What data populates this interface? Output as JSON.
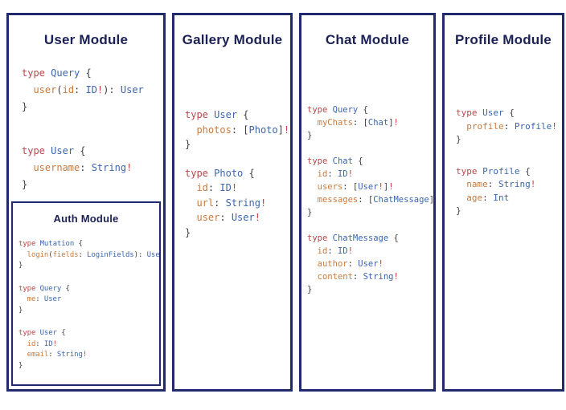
{
  "colors": {
    "frame": "#202a6d",
    "title": "#1b2154",
    "keyword": "#b8474a",
    "type": "#3b66ae",
    "field": "#c97a3d",
    "punct": "#3d3f42",
    "bang": "#c4403e",
    "bg": "#ffffff"
  },
  "token_classes": {
    "k": "keyword",
    "t": "type-name",
    "f": "field-name",
    "p": "punctuation",
    "b": "non-null-bang"
  },
  "panels": [
    {
      "title": "User Module",
      "blocks": [
        [
          [
            [
              "k",
              "type"
            ],
            [
              "p",
              " "
            ],
            [
              "t",
              "Query"
            ],
            [
              "p",
              " {"
            ]
          ],
          [
            [
              "p",
              "  "
            ],
            [
              "f",
              "user"
            ],
            [
              "p",
              "("
            ],
            [
              "f",
              "id"
            ],
            [
              "p",
              ": "
            ],
            [
              "t",
              "ID"
            ],
            [
              "b",
              "!"
            ],
            [
              "p",
              "): "
            ],
            [
              "t",
              "User"
            ]
          ],
          [
            [
              "p",
              "}"
            ]
          ]
        ],
        [
          [
            [
              "k",
              "type"
            ],
            [
              "p",
              " "
            ],
            [
              "t",
              "User"
            ],
            [
              "p",
              " {"
            ]
          ],
          [
            [
              "p",
              "  "
            ],
            [
              "f",
              "username"
            ],
            [
              "p",
              ": "
            ],
            [
              "t",
              "String"
            ],
            [
              "b",
              "!"
            ]
          ],
          [
            [
              "p",
              "}"
            ]
          ]
        ]
      ],
      "nested": {
        "title": "Auth Module",
        "blocks": [
          [
            [
              [
                "k",
                "type"
              ],
              [
                "p",
                " "
              ],
              [
                "t",
                "Mutation"
              ],
              [
                "p",
                " {"
              ]
            ],
            [
              [
                "p",
                "  "
              ],
              [
                "f",
                "login"
              ],
              [
                "p",
                "("
              ],
              [
                "f",
                "fields"
              ],
              [
                "p",
                ": "
              ],
              [
                "t",
                "LoginFields"
              ],
              [
                "p",
                "): "
              ],
              [
                "t",
                "User"
              ]
            ],
            [
              [
                "p",
                "}"
              ]
            ]
          ],
          [
            [
              [
                "k",
                "type"
              ],
              [
                "p",
                " "
              ],
              [
                "t",
                "Query"
              ],
              [
                "p",
                " {"
              ]
            ],
            [
              [
                "p",
                "  "
              ],
              [
                "f",
                "me"
              ],
              [
                "p",
                ": "
              ],
              [
                "t",
                "User"
              ]
            ],
            [
              [
                "p",
                "}"
              ]
            ]
          ],
          [
            [
              [
                "k",
                "type"
              ],
              [
                "p",
                " "
              ],
              [
                "t",
                "User"
              ],
              [
                "p",
                " {"
              ]
            ],
            [
              [
                "p",
                "  "
              ],
              [
                "f",
                "id"
              ],
              [
                "p",
                ": "
              ],
              [
                "t",
                "ID"
              ],
              [
                "b",
                "!"
              ]
            ],
            [
              [
                "p",
                "  "
              ],
              [
                "f",
                "email"
              ],
              [
                "p",
                ": "
              ],
              [
                "t",
                "String"
              ],
              [
                "b",
                "!"
              ]
            ],
            [
              [
                "p",
                "}"
              ]
            ]
          ]
        ]
      }
    },
    {
      "title": "Gallery Module",
      "blocks": [
        [
          [
            [
              "k",
              "type"
            ],
            [
              "p",
              " "
            ],
            [
              "t",
              "User"
            ],
            [
              "p",
              " {"
            ]
          ],
          [
            [
              "p",
              "  "
            ],
            [
              "f",
              "photos"
            ],
            [
              "p",
              ": ["
            ],
            [
              "t",
              "Photo"
            ],
            [
              "p",
              "]"
            ],
            [
              "b",
              "!"
            ]
          ],
          [
            [
              "p",
              "}"
            ]
          ]
        ],
        [
          [
            [
              "k",
              "type"
            ],
            [
              "p",
              " "
            ],
            [
              "t",
              "Photo"
            ],
            [
              "p",
              " {"
            ]
          ],
          [
            [
              "p",
              "  "
            ],
            [
              "f",
              "id"
            ],
            [
              "p",
              ": "
            ],
            [
              "t",
              "ID"
            ],
            [
              "b",
              "!"
            ]
          ],
          [
            [
              "p",
              "  "
            ],
            [
              "f",
              "url"
            ],
            [
              "p",
              ": "
            ],
            [
              "t",
              "String"
            ],
            [
              "b",
              "!"
            ]
          ],
          [
            [
              "p",
              "  "
            ],
            [
              "f",
              "user"
            ],
            [
              "p",
              ": "
            ],
            [
              "t",
              "User"
            ],
            [
              "b",
              "!"
            ]
          ],
          [
            [
              "p",
              "}"
            ]
          ]
        ]
      ]
    },
    {
      "title": "Chat Module",
      "blocks": [
        [
          [
            [
              "k",
              "type"
            ],
            [
              "p",
              " "
            ],
            [
              "t",
              "Query"
            ],
            [
              "p",
              " {"
            ]
          ],
          [
            [
              "p",
              "  "
            ],
            [
              "f",
              "myChats"
            ],
            [
              "p",
              ": ["
            ],
            [
              "t",
              "Chat"
            ],
            [
              "p",
              "]"
            ],
            [
              "b",
              "!"
            ]
          ],
          [
            [
              "p",
              "}"
            ]
          ]
        ],
        [
          [
            [
              "k",
              "type"
            ],
            [
              "p",
              " "
            ],
            [
              "t",
              "Chat"
            ],
            [
              "p",
              " {"
            ]
          ],
          [
            [
              "p",
              "  "
            ],
            [
              "f",
              "id"
            ],
            [
              "p",
              ": "
            ],
            [
              "t",
              "ID"
            ],
            [
              "b",
              "!"
            ]
          ],
          [
            [
              "p",
              "  "
            ],
            [
              "f",
              "users"
            ],
            [
              "p",
              ": ["
            ],
            [
              "t",
              "User"
            ],
            [
              "b",
              "!"
            ],
            [
              "p",
              "]"
            ],
            [
              "b",
              "!"
            ]
          ],
          [
            [
              "p",
              "  "
            ],
            [
              "f",
              "messages"
            ],
            [
              "p",
              ": ["
            ],
            [
              "t",
              "ChatMessage"
            ],
            [
              "p",
              "]"
            ],
            [
              "b",
              "!"
            ]
          ],
          [
            [
              "p",
              "}"
            ]
          ]
        ],
        [
          [
            [
              "k",
              "type"
            ],
            [
              "p",
              " "
            ],
            [
              "t",
              "ChatMessage"
            ],
            [
              "p",
              " {"
            ]
          ],
          [
            [
              "p",
              "  "
            ],
            [
              "f",
              "id"
            ],
            [
              "p",
              ": "
            ],
            [
              "t",
              "ID"
            ],
            [
              "b",
              "!"
            ]
          ],
          [
            [
              "p",
              "  "
            ],
            [
              "f",
              "author"
            ],
            [
              "p",
              ": "
            ],
            [
              "t",
              "User"
            ],
            [
              "b",
              "!"
            ]
          ],
          [
            [
              "p",
              "  "
            ],
            [
              "f",
              "content"
            ],
            [
              "p",
              ": "
            ],
            [
              "t",
              "String"
            ],
            [
              "b",
              "!"
            ]
          ],
          [
            [
              "p",
              "}"
            ]
          ]
        ]
      ]
    },
    {
      "title": "Profile Module",
      "blocks": [
        [
          [
            [
              "k",
              "type"
            ],
            [
              "p",
              " "
            ],
            [
              "t",
              "User"
            ],
            [
              "p",
              " {"
            ]
          ],
          [
            [
              "p",
              "  "
            ],
            [
              "f",
              "profile"
            ],
            [
              "p",
              ": "
            ],
            [
              "t",
              "Profile"
            ],
            [
              "b",
              "!"
            ]
          ],
          [
            [
              "p",
              "}"
            ]
          ]
        ],
        [
          [
            [
              "k",
              "type"
            ],
            [
              "p",
              " "
            ],
            [
              "t",
              "Profile"
            ],
            [
              "p",
              " {"
            ]
          ],
          [
            [
              "p",
              "  "
            ],
            [
              "f",
              "name"
            ],
            [
              "p",
              ": "
            ],
            [
              "t",
              "String"
            ],
            [
              "b",
              "!"
            ]
          ],
          [
            [
              "p",
              "  "
            ],
            [
              "f",
              "age"
            ],
            [
              "p",
              ": "
            ],
            [
              "t",
              "Int"
            ]
          ],
          [
            [
              "p",
              "}"
            ]
          ]
        ]
      ]
    }
  ]
}
